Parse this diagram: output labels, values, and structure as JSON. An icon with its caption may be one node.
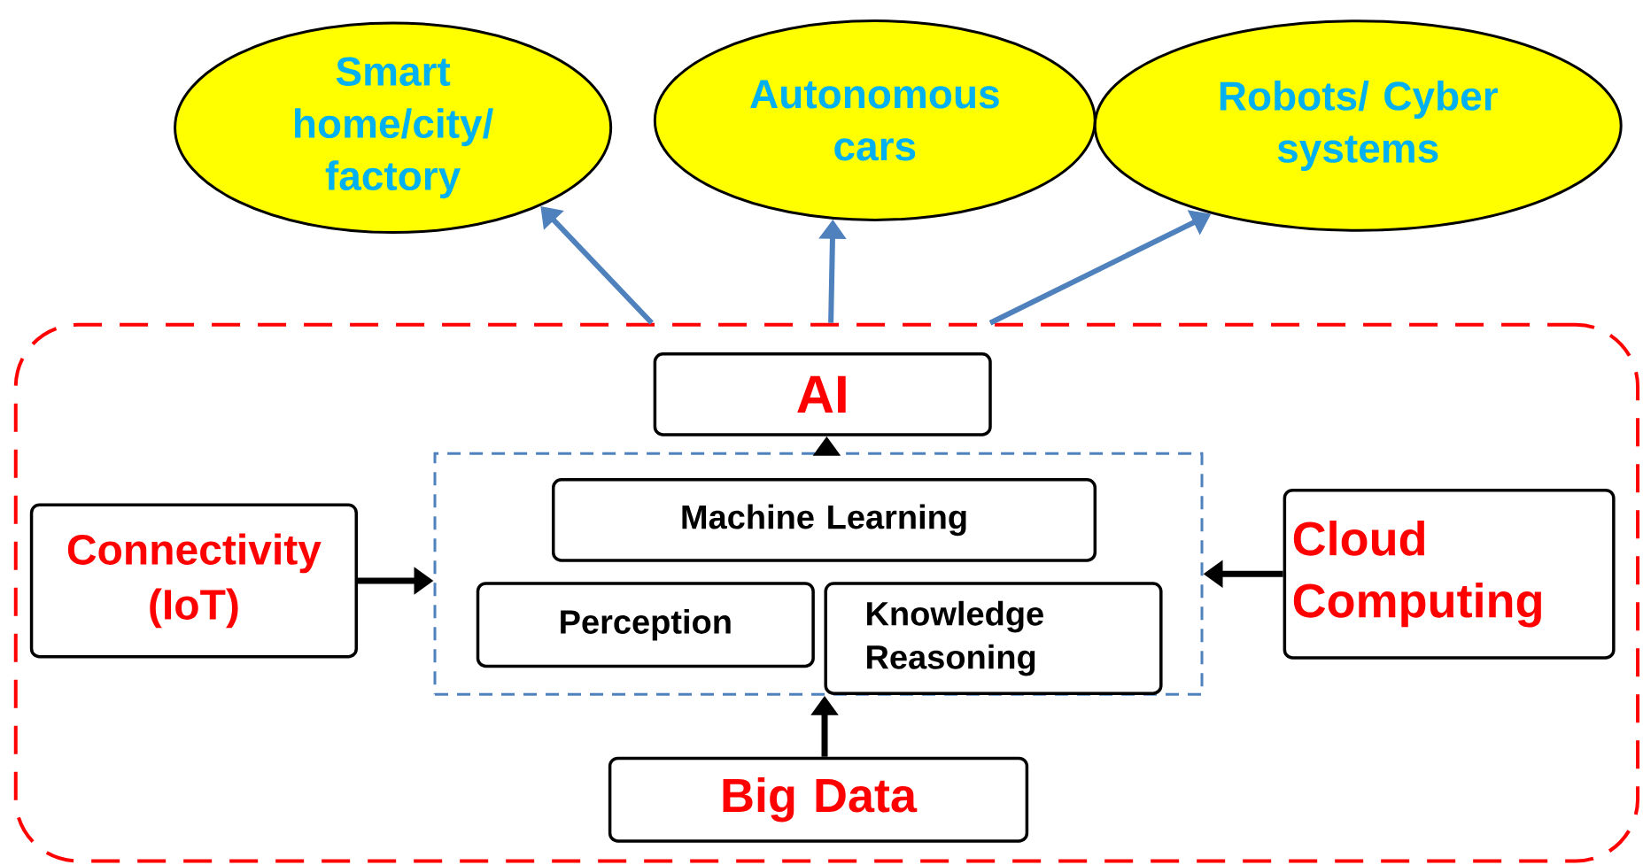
{
  "diagram": {
    "nodes": [
      {
        "text": [],
        "shape": "box"
      },
      {
        "text": [
          "Smart home/city/ factory"
        ]
      },
      {
        "text": [
          "Autonomous cars"
        ]
      },
      {
        "text": [
          "Robots/ Cyber systems"
        ]
      },
      {
        "text": [
          "AI"
        ],
        "in": 0
      },
      {
        "text": [],
        "shape": "box",
        "in": 0
      },
      {
        "text": [
          "Machine Learning"
        ],
        "in": 5
      },
      {
        "text": [
          "Perception"
        ],
        "in": 5
      },
      {
        "text": [
          "Knowledge Reasoning"
        ],
        "in": 5
      },
      {
        "text": [
          "Connectivity (IoT)"
        ],
        "in": 0
      },
      {
        "text": [
          "Cloud Computing"
        ],
        "in": 0
      },
      {
        "text": [
          "Big Data"
        ],
        "in": 0
      }
    ],
    "edges": [
      {
        "from": 0,
        "to": 1,
        "arrow": "to",
        "color": "#4f81bd"
      },
      {
        "from": 0,
        "to": 2,
        "arrow": "to",
        "color": "#4f81bd"
      },
      {
        "from": 0,
        "to": 3,
        "arrow": "to",
        "color": "#4f81bd"
      },
      {
        "from": 5,
        "to": 4,
        "arrow": "to",
        "color": "#ff0000"
      },
      {
        "from": 9,
        "to": 5,
        "arrow": "to",
        "color": "#000000"
      },
      {
        "from": 10,
        "to": 5,
        "arrow": "to",
        "color": "#000000"
      },
      {
        "from": 11,
        "to": 5,
        "arrow": "to",
        "color": "#000000"
      }
    ]
  }
}
